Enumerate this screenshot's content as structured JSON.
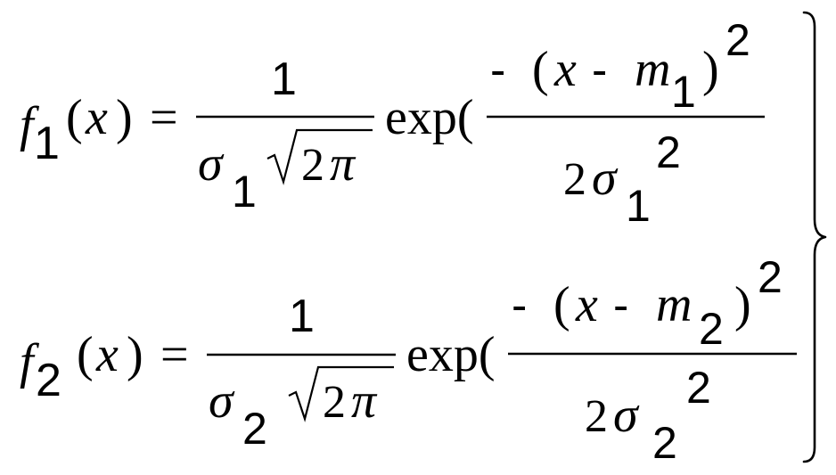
{
  "equations": [
    {
      "lhs": {
        "f": "f",
        "sub": "1",
        "open": "(",
        "var": "x",
        "close": ")",
        "eq": "="
      },
      "coef": {
        "num": "1",
        "sigma": "σ",
        "sigma_sub": "1",
        "sqrt_num": "2",
        "pi": "π"
      },
      "exp": {
        "label": "exp(",
        "num": {
          "neg": "-",
          "open": "(",
          "var": "x",
          "minus": "-",
          "m": "m",
          "m_sub": "1",
          "close": ")",
          "pow": "2"
        },
        "den": {
          "two": "2",
          "sigma": "σ",
          "sigma_sub": "1",
          "pow": "2"
        }
      }
    },
    {
      "lhs": {
        "f": "f",
        "sub": "2",
        "open": "(",
        "var": "x",
        "close": ")",
        "eq": "="
      },
      "coef": {
        "num": "1",
        "sigma": "σ",
        "sigma_sub": "2",
        "sqrt_num": "2",
        "pi": "π"
      },
      "exp": {
        "label": "exp(",
        "num": {
          "neg": "-",
          "open": "(",
          "var": "x",
          "minus": "-",
          "m": "m",
          "m_sub": "2",
          "close": ")",
          "pow": "2"
        },
        "den": {
          "two": "2",
          "sigma": "σ",
          "sigma_sub": "2",
          "pow": "2"
        }
      }
    }
  ]
}
